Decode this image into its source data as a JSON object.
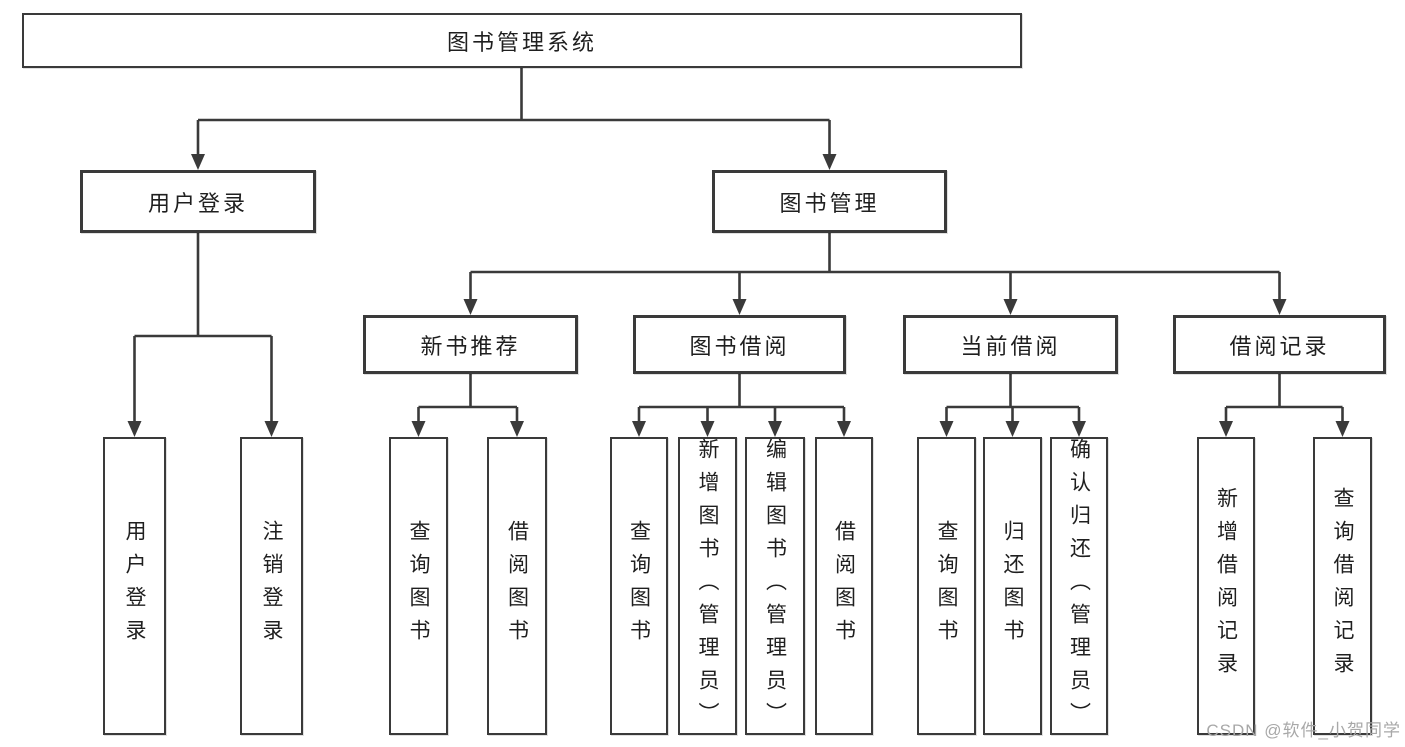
{
  "tree": {
    "label": "图书管理系统",
    "children": [
      {
        "label": "用户登录",
        "children": [
          {
            "label": "用户登录"
          },
          {
            "label": "注销登录"
          }
        ]
      },
      {
        "label": "图书管理",
        "children": [
          {
            "label": "新书推荐",
            "children": [
              {
                "label": "查询图书"
              },
              {
                "label": "借阅图书"
              }
            ]
          },
          {
            "label": "图书借阅",
            "children": [
              {
                "label": "查询图书"
              },
              {
                "label": "新增图书（管理员）"
              },
              {
                "label": "编辑图书（管理员）"
              },
              {
                "label": "借阅图书"
              }
            ]
          },
          {
            "label": "当前借阅",
            "children": [
              {
                "label": "查询图书"
              },
              {
                "label": "归还图书"
              },
              {
                "label": "确认归还（管理员）"
              }
            ]
          },
          {
            "label": "借阅记录",
            "children": [
              {
                "label": "新增借阅记录"
              },
              {
                "label": "查询借阅记录"
              }
            ]
          }
        ]
      }
    ]
  },
  "watermark": "CSDN @软件_小贺同学",
  "colors": {
    "line": "#3a3a3a",
    "text": "#1f1f1f",
    "background": "#ffffff",
    "watermark": "#a8a8a8"
  }
}
